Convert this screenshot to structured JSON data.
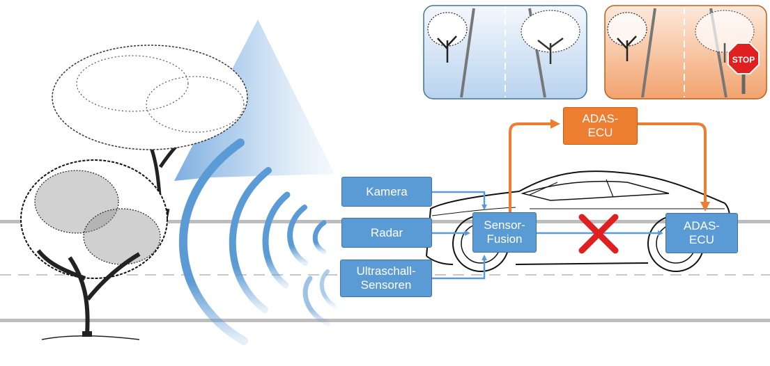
{
  "colors": {
    "accent_blue": "#5b9bd5",
    "accent_orange": "#ed7d31",
    "road_line": "#9e9e9e",
    "error_red": "#e02020"
  },
  "icons": [
    "tree-icon",
    "car-outline-icon",
    "radar-wave-icon",
    "camera-beam-icon",
    "stop-sign-icon",
    "cross-icon"
  ],
  "sensors": {
    "camera_label": "Kamera",
    "radar_label": "Radar",
    "ultrasonic_label": "Ultraschall-\nSensoren"
  },
  "fusion": {
    "label": "Sensor-\nFusion"
  },
  "ecu_right": {
    "label": "ADAS-\nECU"
  },
  "ecu_top": {
    "label": "ADAS-\nECU"
  },
  "stop_sign": {
    "text": "STOP"
  }
}
